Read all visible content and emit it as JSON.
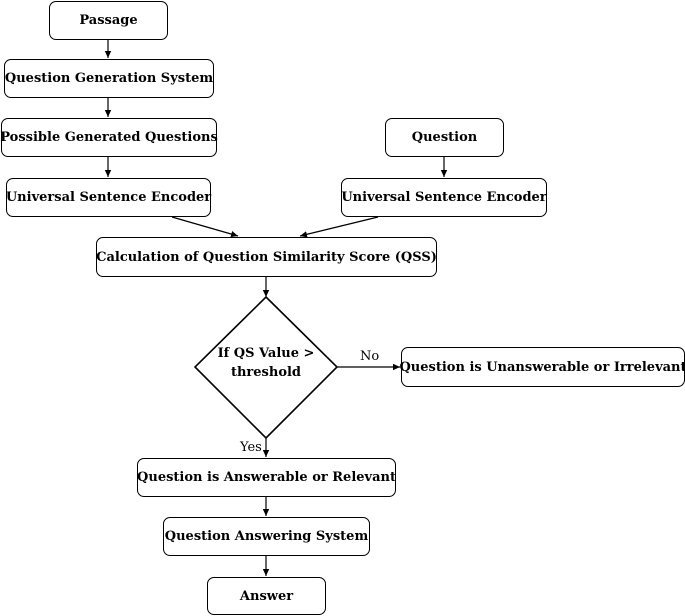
{
  "nodes": {
    "passage": "Passage",
    "qgs": "Question Generation System",
    "pgq": "Possible Generated Questions",
    "use_left": "Universal Sentence Encoder",
    "question": "Question",
    "use_right": "Universal Sentence Encoder",
    "qss": "Calculation of Question Similarity Score (QSS)",
    "decision_line1": "If QS Value >",
    "decision_line2": "threshold",
    "unanswerable": "Question is Unanswerable or Irrelevant",
    "answerable": "Question is Answerable or Relevant",
    "qas": "Question Answering System",
    "answer": "Answer"
  },
  "edge_labels": {
    "no": "No",
    "yes": "Yes"
  }
}
